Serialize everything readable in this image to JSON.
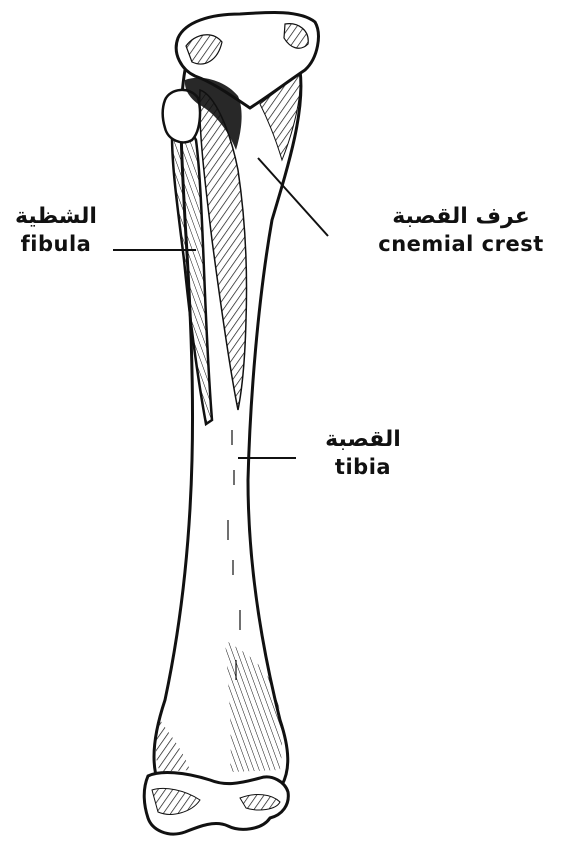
{
  "labels": {
    "fibula": {
      "arabic": "الشظية",
      "english": "fibula"
    },
    "cnemial_crest": {
      "arabic": "عرف القصبة",
      "english": "cnemial crest"
    },
    "tibia": {
      "arabic": "القصبة",
      "english": "tibia"
    }
  },
  "colors": {
    "ink": "#111111",
    "bone": "#ffffff",
    "background": "#ffffff"
  }
}
